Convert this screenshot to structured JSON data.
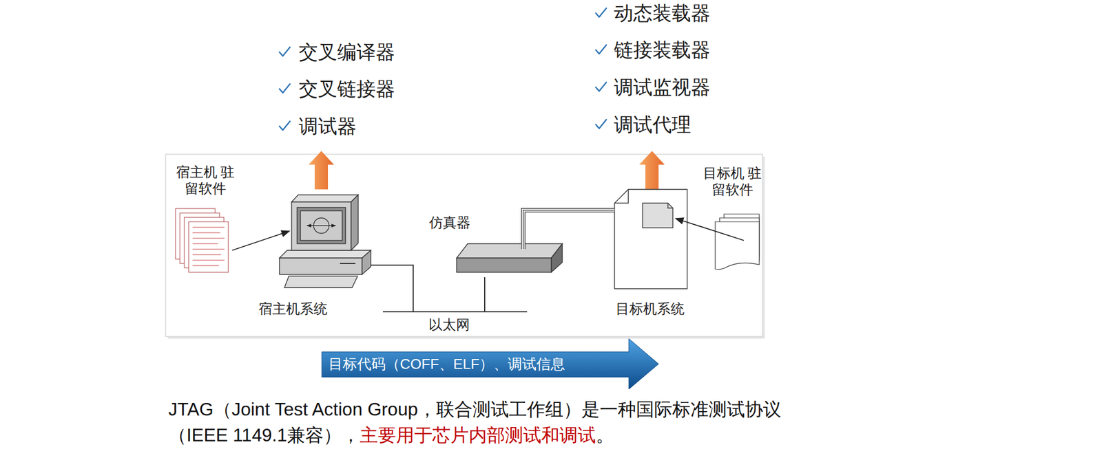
{
  "diagram": {
    "nodes": [
      {
        "text": [
          "宿主机系统"
        ]
      },
      {
        "text": [
          "仿真器"
        ]
      },
      {
        "text": [
          "目标机系统"
        ]
      },
      {
        "text": [
          "目标代码（COFF、ELF）、调试信息"
        ]
      }
    ],
    "edges": [
      {
        "from": 0,
        "to": 1,
        "label": "以太网",
        "arrow": "none"
      },
      {
        "from": 1,
        "to": 2,
        "arrow": "none"
      }
    ],
    "labels": [
      "交叉编译器",
      "交叉链接器",
      "调试器",
      "动态装载器",
      "链接装载器",
      "调试监视器",
      "调试代理",
      "宿主机 驻留软件",
      "目标机 驻留软件",
      "JTAG（Joint Test Action Group，联合测试工作组）是一种国际标准测试协议（IEEE 1149.1兼容），",
      "主要用于芯片内部测试和调试",
      "。"
    ]
  }
}
